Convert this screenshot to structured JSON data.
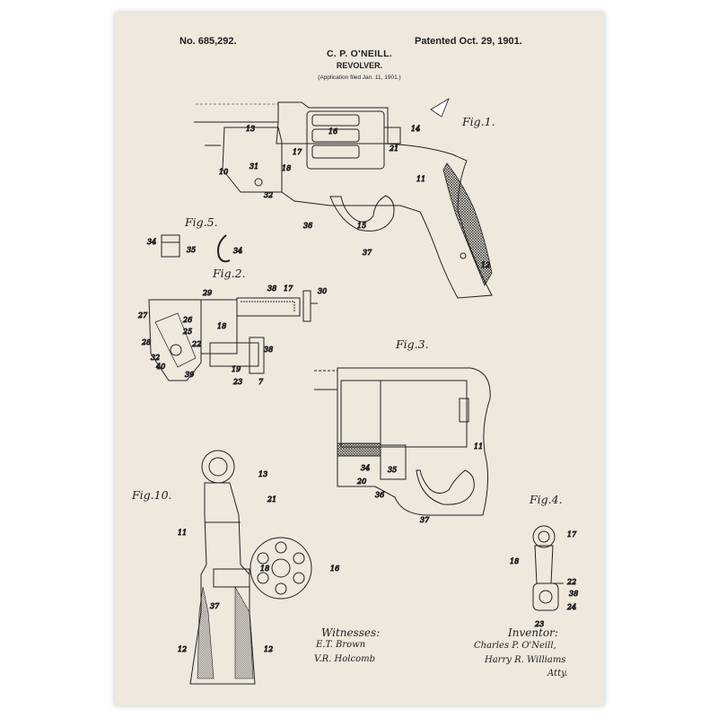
{
  "header": {
    "patent_number": "No. 685,292.",
    "inventor": "C. P. O'NEILL.",
    "patented_date": "Patented Oct. 29, 1901.",
    "title": "REVOLVER.",
    "application_filed": "(Application filed Jan. 11, 1901.)"
  },
  "figures": {
    "fig1": "Fig.1.",
    "fig2": "Fig.2.",
    "fig3": "Fig.3.",
    "fig4": "Fig.4.",
    "fig5": "Fig.5.",
    "fig10": "Fig.10."
  },
  "reference_numerals": {
    "fig1": [
      "13",
      "16",
      "14",
      "17",
      "21",
      "10",
      "31",
      "18",
      "11",
      "32",
      "36",
      "15",
      "37",
      "12"
    ],
    "fig2": [
      "29",
      "38",
      "17",
      "30",
      "27",
      "26",
      "18",
      "25",
      "28",
      "22",
      "32",
      "40",
      "39",
      "19",
      "23",
      "7",
      "38"
    ],
    "fig3": [
      "11",
      "34",
      "35",
      "20",
      "36",
      "37"
    ],
    "fig4": [
      "17",
      "18",
      "22",
      "38",
      "24",
      "23"
    ],
    "fig5": [
      "34",
      "35",
      "34"
    ],
    "fig10": [
      "13",
      "21",
      "11",
      "16",
      "18",
      "37",
      "12",
      "12"
    ]
  },
  "signatures": {
    "witnesses_label": "Witnesses:",
    "witness_1": "E.T. Brown",
    "witness_2": "V.R. Holcomb",
    "inventor_label": "Inventor:",
    "inventor_signature": "Charles P. O'Neill,",
    "attorney_signature": "Harry R. Williams",
    "attorney_suffix": "Atty."
  }
}
